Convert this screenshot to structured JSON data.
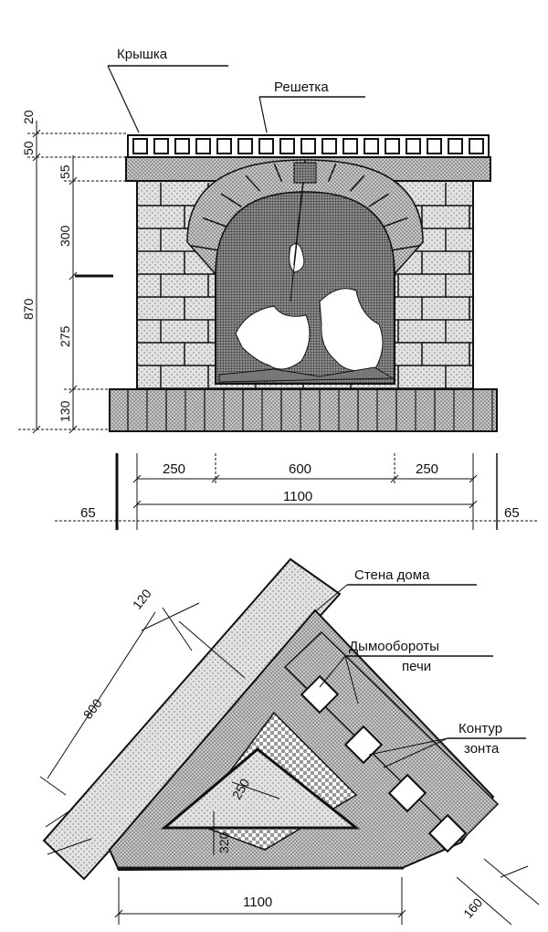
{
  "front_view": {
    "labels": {
      "lid": "Крышка",
      "grate": "Решетка"
    },
    "dimensions_vertical": {
      "d20": "20",
      "d50": "50",
      "d55": "55",
      "d300": "300",
      "d275": "275",
      "d130": "130",
      "d870": "870"
    },
    "dimensions_horizontal": {
      "d250_left": "250",
      "d600": "600",
      "d250_right": "250",
      "d1100": "1100",
      "d65_left": "65",
      "d65_right": "65"
    }
  },
  "plan_view": {
    "labels": {
      "house_wall": "Стена дома",
      "stove_flues_line1": "Дымообороты",
      "stove_flues_line2": "печи",
      "hood_contour_line1": "Контур",
      "hood_contour_line2": "зонта"
    },
    "dimensions": {
      "d120": "120",
      "d800": "800",
      "d250": "250",
      "d320": "320",
      "d1100": "1100",
      "d160": "160"
    }
  },
  "colors": {
    "ink": "#111111",
    "brick_fill": "#bdbdbd",
    "wall_fill": "#cfcfcf",
    "firebox_fill": "#9a9a9a"
  }
}
